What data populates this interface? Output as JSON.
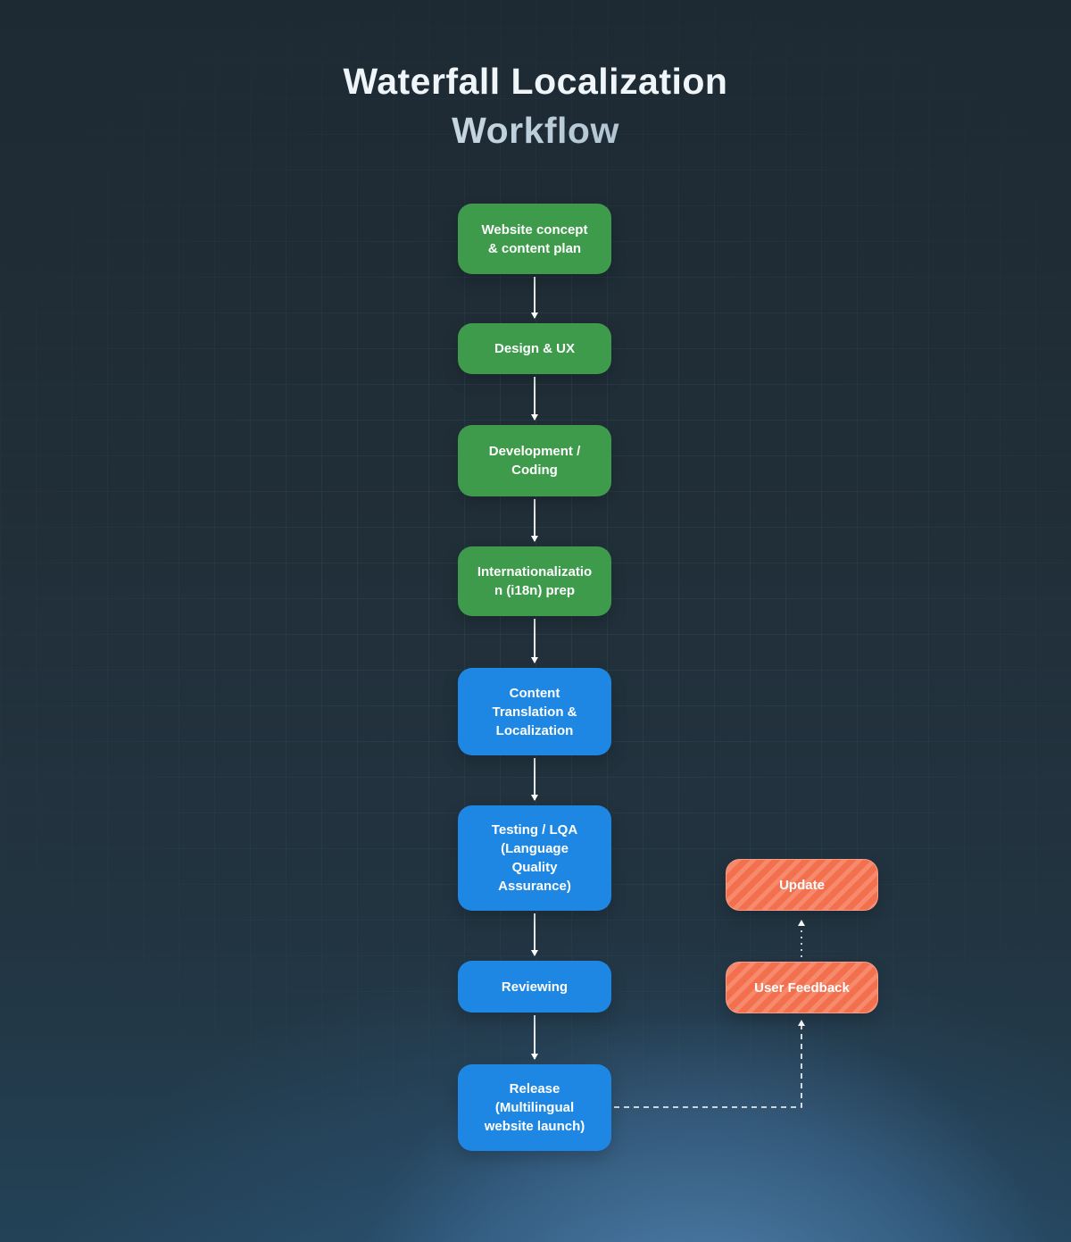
{
  "title": {
    "line1": "Waterfall Localization",
    "line2": "Workflow"
  },
  "flow": {
    "steps": [
      {
        "id": "website-concept",
        "label": "Website concept & content plan",
        "color": "green"
      },
      {
        "id": "design-ux",
        "label": "Design & UX",
        "color": "green"
      },
      {
        "id": "development-coding",
        "label": "Development / Coding",
        "color": "green"
      },
      {
        "id": "i18n-prep",
        "label": "Internationalization (i18n) prep",
        "color": "green"
      },
      {
        "id": "content-translation",
        "label": "Content Translation & Localization",
        "color": "blue"
      },
      {
        "id": "testing-lqa",
        "label": "Testing / LQA (Language Quality Assurance)",
        "color": "blue"
      },
      {
        "id": "reviewing",
        "label": "Reviewing",
        "color": "blue"
      },
      {
        "id": "release",
        "label": "Release (Multilingual website launch)",
        "color": "blue"
      }
    ],
    "feedback": [
      {
        "id": "update",
        "label": "Update",
        "color": "orange"
      },
      {
        "id": "user-feedback",
        "label": "User Feedback",
        "color": "orange"
      }
    ],
    "connections": [
      "website-concept -> design-ux",
      "design-ux -> development-coding",
      "development-coding -> i18n-prep",
      "i18n-prep -> content-translation",
      "content-translation -> testing-lqa",
      "testing-lqa -> reviewing",
      "reviewing -> release",
      "release -> user-feedback (dashed)",
      "user-feedback -> update (dotted)"
    ]
  },
  "colors": {
    "green": "#3e9b4b",
    "blue": "#1e87e4",
    "orange": "#f3704f",
    "orange_stripe": "#f78a6d",
    "orange_border": "#fb9d85",
    "arrow": "#ffffff",
    "dotted_arrow": "#bcd2dd",
    "background": "#212f39",
    "glow": "#4a90d9"
  }
}
